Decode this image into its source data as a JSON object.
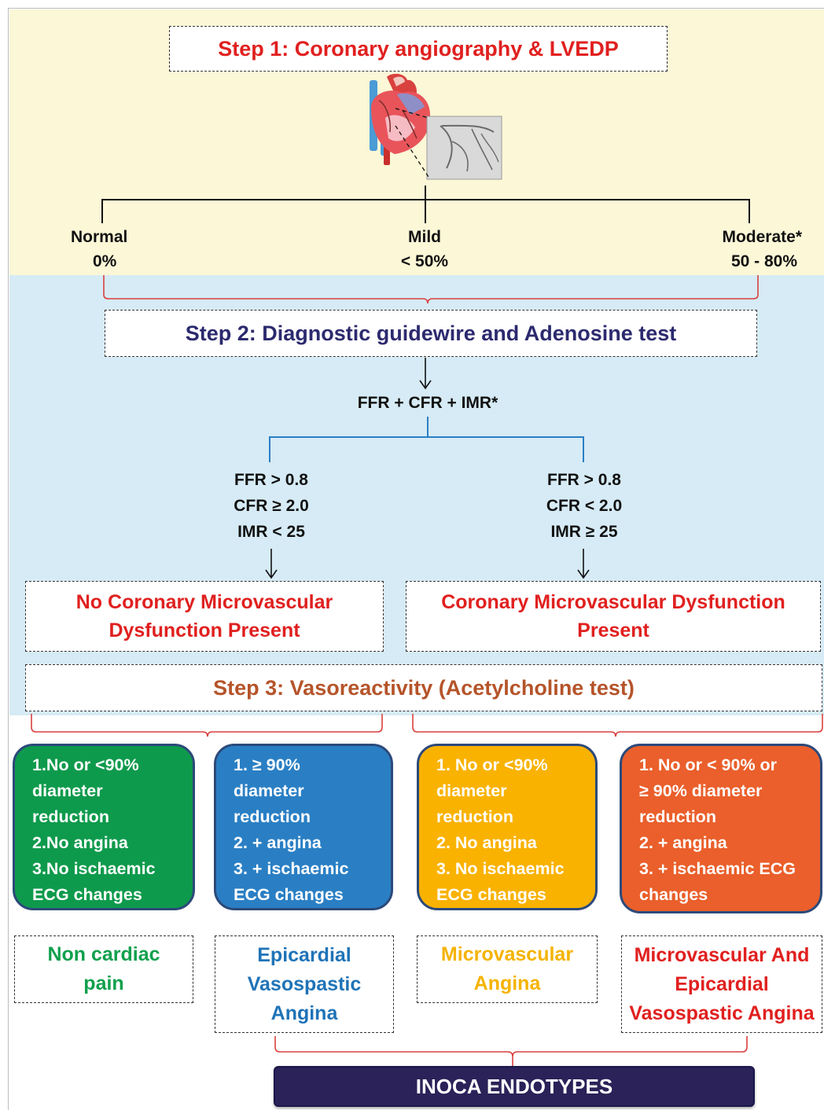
{
  "step1": {
    "title": "Step 1: Coronary angiography & LVEDP"
  },
  "stenosis": [
    {
      "label": "Normal",
      "value": "0%"
    },
    {
      "label": "Mild",
      "value": "< 50%"
    },
    {
      "label": "Moderate*",
      "value": "50 - 80%"
    }
  ],
  "step2": {
    "title": "Step 2: Diagnostic guidewire and Adenosine test",
    "measures": "FFR + CFR + IMR*"
  },
  "criteria": [
    {
      "lines": [
        "FFR > 0.8",
        "CFR ≥ 2.0",
        "IMR < 25"
      ]
    },
    {
      "lines": [
        "FFR > 0.8",
        "CFR < 2.0",
        "IMR ≥ 25"
      ]
    }
  ],
  "cmd": [
    {
      "text": "No Coronary Microvascular Dysfunction Present",
      "color": "#e0201f"
    },
    {
      "text": "Coronary Microvascular Dysfunction Present",
      "color": "#e0201f"
    }
  ],
  "step3": {
    "title": "Step 3: Vasoreactivity (Acetylcholine test)",
    "color": "#b5542a"
  },
  "cards": [
    {
      "text": "1.No or <90%\ndiameter\nreduction\n2.No angina\n3.No ischaemic\nECG changes",
      "color": "#0e9a4c"
    },
    {
      "text": "1. ≥ 90%\ndiameter\nreduction\n2. + angina\n3. + ischaemic\nECG changes",
      "color": "#2a7fc4"
    },
    {
      "text": "1. No or <90%\ndiameter\nreduction\n2. No angina\n3. No ischaemic\nECG changes",
      "color": "#f9b200"
    },
    {
      "text": "1. No or < 90% or\n≥ 90% diameter\nreduction\n2. + angina\n3. + ischaemic ECG\nchanges",
      "color": "#ea5f2b"
    }
  ],
  "endotypes": [
    {
      "text": "Non cardiac pain",
      "color": "#10a04d"
    },
    {
      "text": "Epicardial Vasospastic Angina",
      "color": "#1f73b7"
    },
    {
      "text": "Microvascular Angina",
      "color": "#f5b300"
    },
    {
      "text": "Microvascular And Epicardial Vasospastic Angina",
      "color": "#e0201f"
    }
  ],
  "final": {
    "text": "INOCA ENDOTYPES"
  },
  "colors": {
    "step1_title": "#e0201f",
    "step2_title": "#2c2a6e",
    "bracket": "#d9413e",
    "branch_blue": "#2a7fc4"
  }
}
